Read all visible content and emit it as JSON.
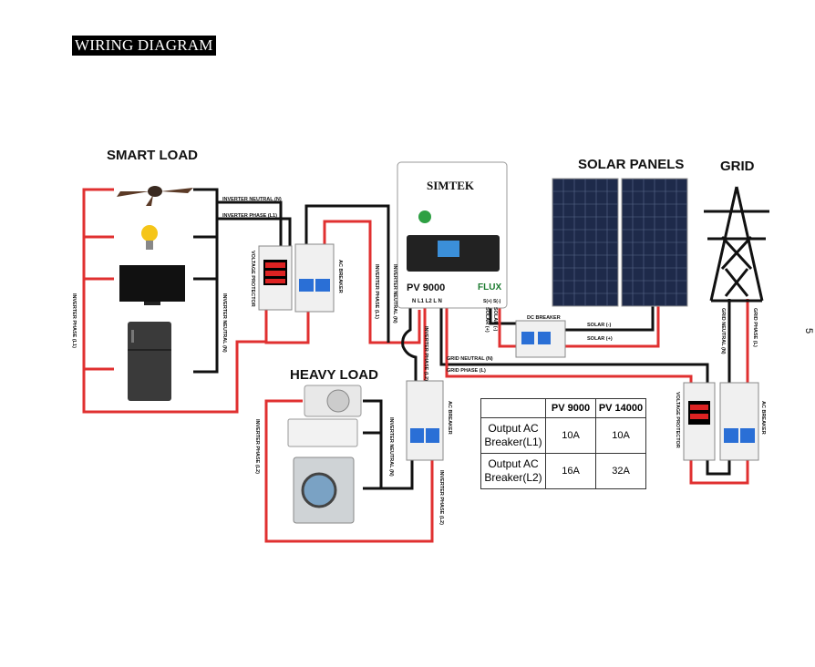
{
  "title": "WIRING DIAGRAM",
  "headings": {
    "smart_load": "SMART LOAD",
    "heavy_load": "HEAVY LOAD",
    "solar_panels": "SOLAR PANELS",
    "grid": "GRID"
  },
  "inverter": {
    "brand": "SIMTEK",
    "model": "PV 9000",
    "sub_brand": "FLUX",
    "terminals": "N  L1  L2  L  N",
    "solar_terminals": "S(+)  S(-)"
  },
  "wire_labels": {
    "inverter_neutral_n": "INVERTER NEUTRAL (N)",
    "inverter_phase_l1": "INVERTER PHASE (L1)",
    "inverter_phase_l2": "INVERTER PHASE (L2)",
    "grid_neutral_n": "GRID NEUTRAL (N)",
    "grid_phase_l": "GRID PHASE (L)",
    "solar_neg": "SOLAR (-)",
    "solar_pos": "SOLAR (+)"
  },
  "components": {
    "voltage_protector": "VOLTAGE PROTECTOR",
    "ac_breaker": "AC BREAKER",
    "dc_breaker": "DC BREAKER"
  },
  "table": {
    "headers": [
      "",
      "PV 9000",
      "PV 14000"
    ],
    "rows": [
      {
        "label": "Output AC Breaker(L1)",
        "values": [
          "10A",
          "10A"
        ]
      },
      {
        "label": "Output AC Breaker(L2)",
        "values": [
          "16A",
          "32A"
        ]
      }
    ]
  },
  "page_number": "5",
  "colors": {
    "phase_wire": "#e03030",
    "neutral_wire": "#111111",
    "breaker_blue": "#2a6fd6"
  }
}
